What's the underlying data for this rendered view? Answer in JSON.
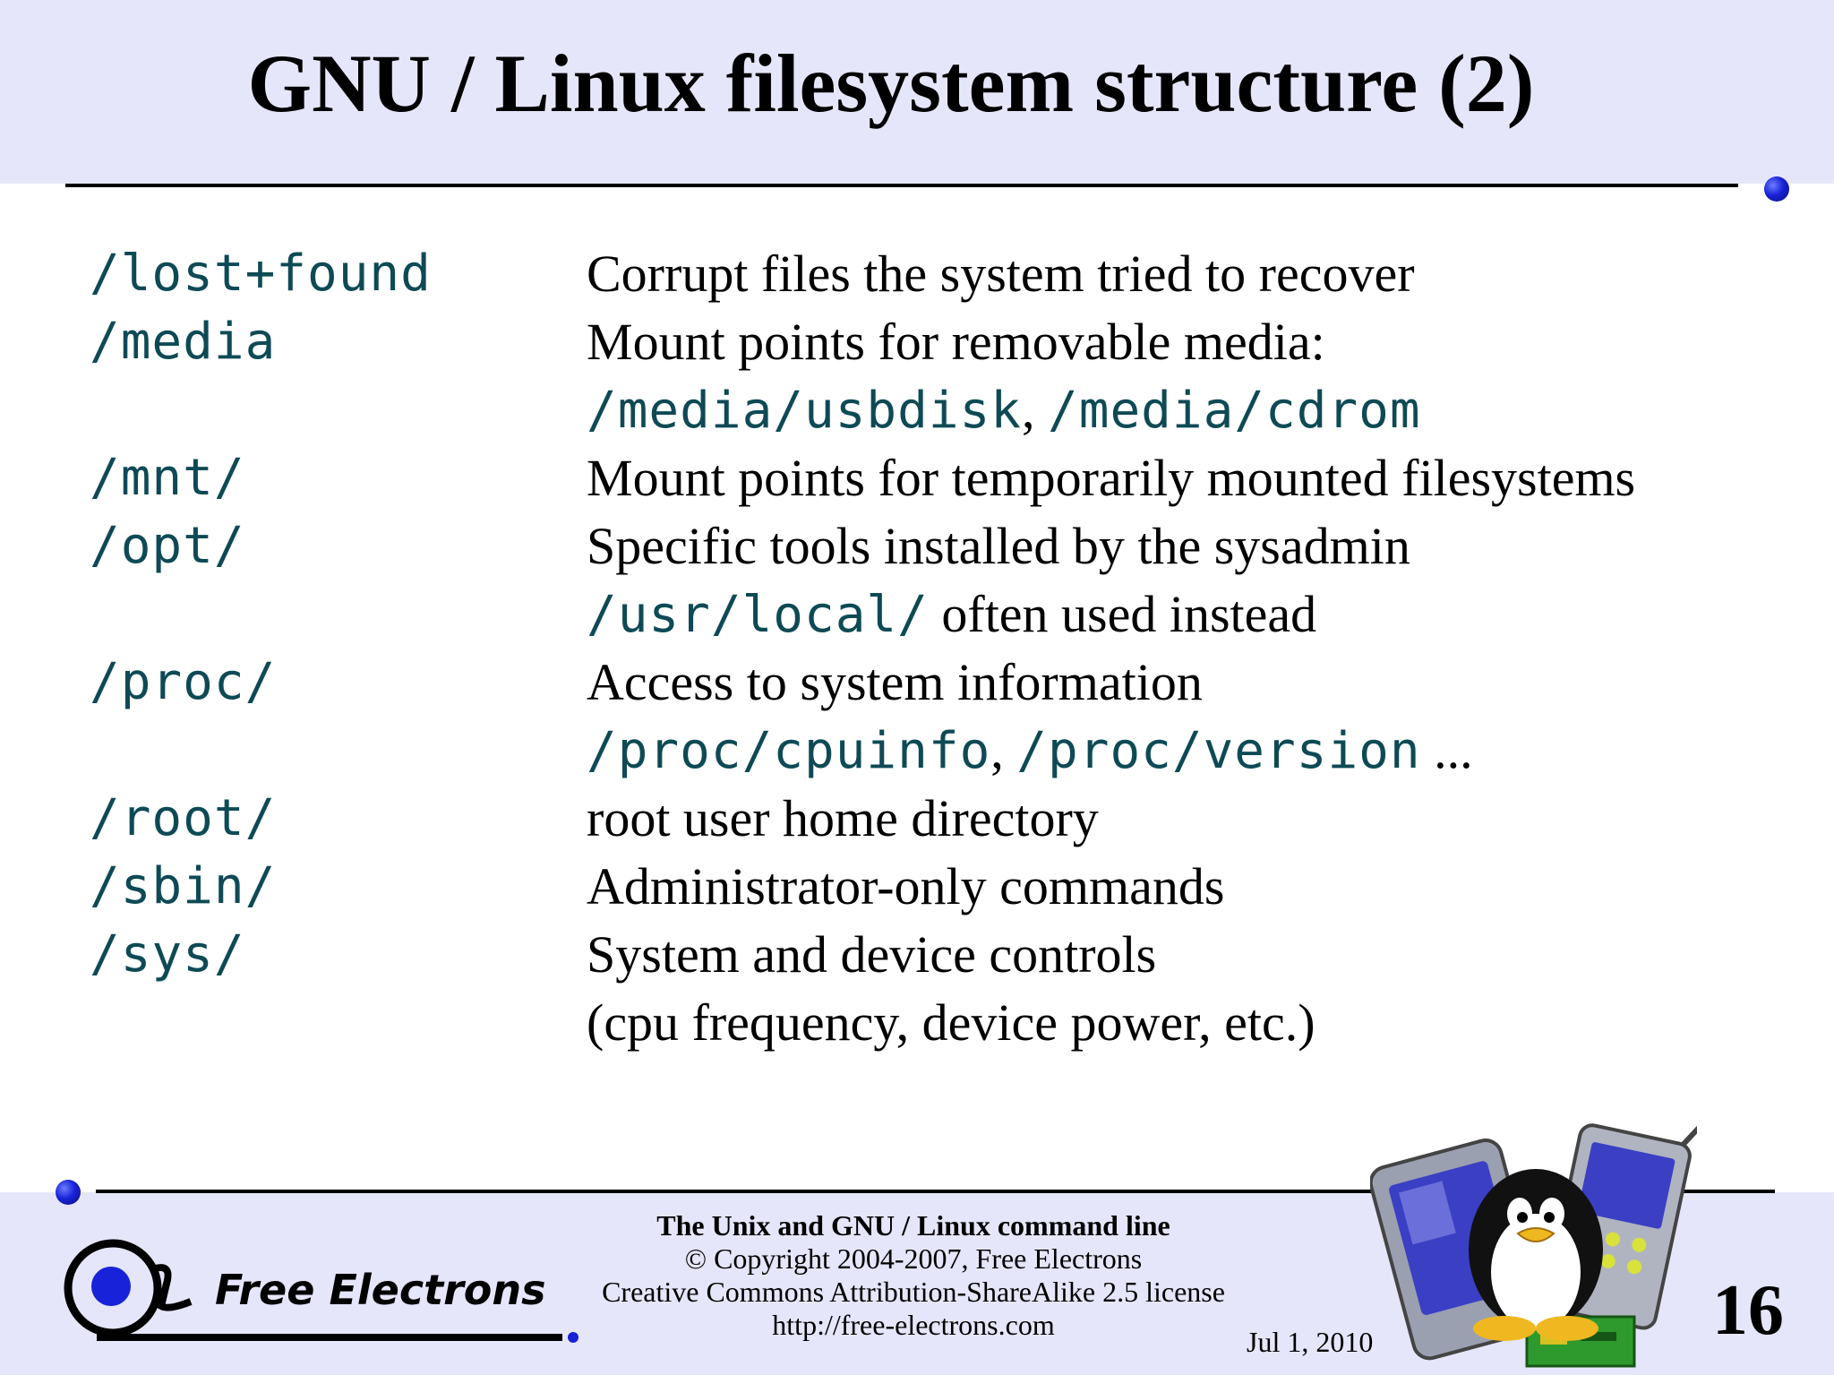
{
  "title": "GNU / Linux filesystem structure (2)",
  "entries": [
    {
      "dir": "/lost+found",
      "desc": "Corrupt files the system tried to recover"
    },
    {
      "dir": "/media",
      "desc": "Mount points for removable media:"
    },
    {
      "dir": "",
      "desc_mono_1": "/media/usbdisk",
      "desc_sep": ", ",
      "desc_mono_2": "/media/cdrom"
    },
    {
      "dir": "/mnt/",
      "desc": "Mount points for temporarily mounted filesystems"
    },
    {
      "dir": "/opt/",
      "desc": "Specific tools installed by the sysadmin"
    },
    {
      "dir": "",
      "desc_mono_1": "/usr/local/",
      "desc_text": " often used instead"
    },
    {
      "dir": "/proc/",
      "desc": "Access to system information"
    },
    {
      "dir": "",
      "desc_mono_1": "/proc/cpuinfo",
      "desc_sep": ", ",
      "desc_mono_2": "/proc/version",
      "desc_text": " ..."
    },
    {
      "dir": "/root/",
      "desc": "root user home directory"
    },
    {
      "dir": "/sbin/",
      "desc": "Administrator-only commands"
    },
    {
      "dir": "/sys/",
      "desc": "System and device controls"
    },
    {
      "dir": "",
      "desc": "(cpu frequency, device power, etc.)"
    }
  ],
  "footer": {
    "logo_text": "Free Electrons",
    "course_title": "The Unix and GNU / Linux command line",
    "copyright": "© Copyright 2004-2007, Free Electrons",
    "license": "Creative Commons Attribution-ShareAlike 2.5 license",
    "url": "http://free-electrons.com",
    "date": "Jul 1, 2010",
    "page_number": "16"
  },
  "colors": {
    "band": "#e6e6fa",
    "mono_text": "#0e4a55",
    "dot": "#1822d8"
  },
  "icons": [
    "bullet-dot-icon",
    "free-electrons-logo-icon",
    "tux-devices-illustration"
  ]
}
